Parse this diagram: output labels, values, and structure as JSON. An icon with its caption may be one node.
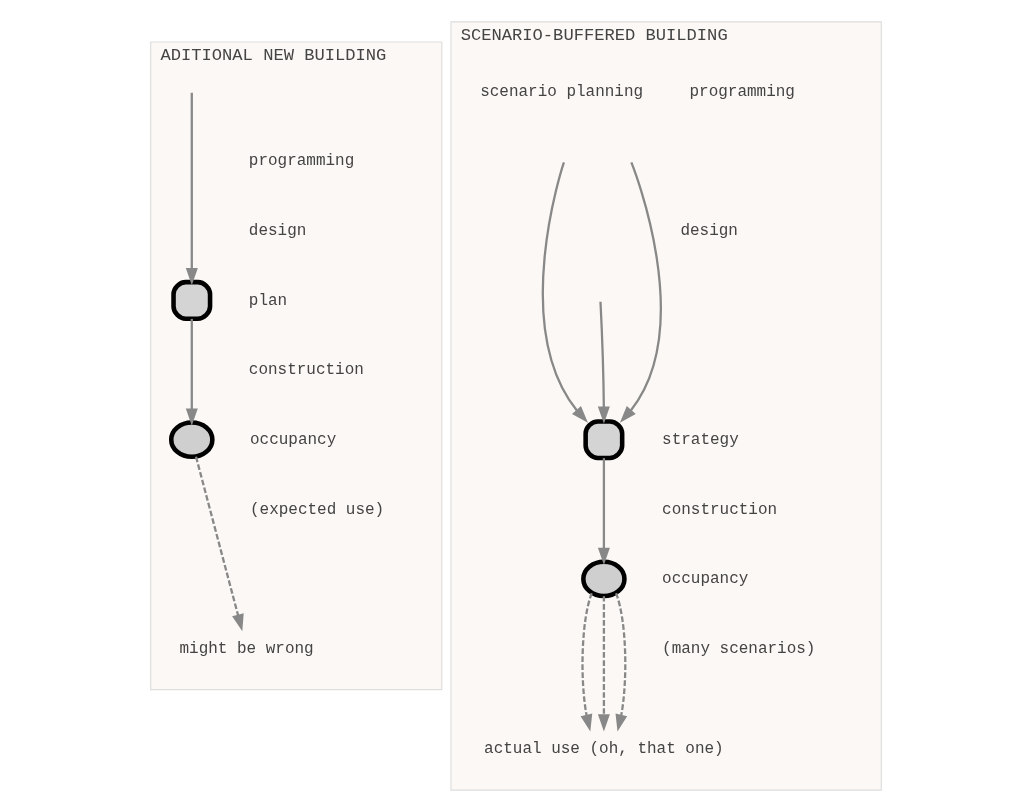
{
  "diagram": {
    "nodes": [
      {
        "text": [
          "ADITIONAL NEW BUILDING"
        ]
      },
      {
        "text": [],
        "shape": "box",
        "in": 0,
        "beside": [
          "plan"
        ]
      },
      {
        "text": [],
        "shape": "circle",
        "in": 0,
        "beside": [
          "occupancy",
          "(expected use)"
        ]
      },
      {
        "text": [
          "might be wrong"
        ],
        "in": 0
      },
      {
        "text": [
          "SCENARIO-BUFFERED BUILDING"
        ]
      },
      {
        "text": [],
        "shape": "box",
        "in": 4,
        "beside": [
          "strategy"
        ]
      },
      {
        "text": [],
        "shape": "circle",
        "in": 4,
        "beside": [
          "occupancy",
          "(many scenarios)"
        ]
      },
      {
        "text": [
          "actual use (oh, that one)"
        ],
        "in": 4
      }
    ],
    "edges": [
      {
        "from": null,
        "to": 1,
        "arrow": "to"
      },
      {
        "from": 1,
        "to": 2,
        "arrow": "to"
      },
      {
        "from": 2,
        "to": 3,
        "arrow": "to",
        "style": "dashed"
      },
      {
        "from": null,
        "to": 5,
        "arrow": "to"
      },
      {
        "from": null,
        "to": 5,
        "arrow": "to"
      },
      {
        "from": null,
        "to": 5,
        "arrow": "to"
      },
      {
        "from": 5,
        "to": 6,
        "arrow": "to"
      },
      {
        "from": 6,
        "to": 7,
        "arrow": "to",
        "style": "dashed"
      },
      {
        "from": 6,
        "to": 7,
        "arrow": "to",
        "style": "dashed"
      },
      {
        "from": 6,
        "to": 7,
        "arrow": "to",
        "style": "dashed"
      }
    ],
    "labels": [
      "programming",
      "design",
      "construction",
      "scenario planning",
      "programming",
      "design",
      "construction"
    ]
  }
}
